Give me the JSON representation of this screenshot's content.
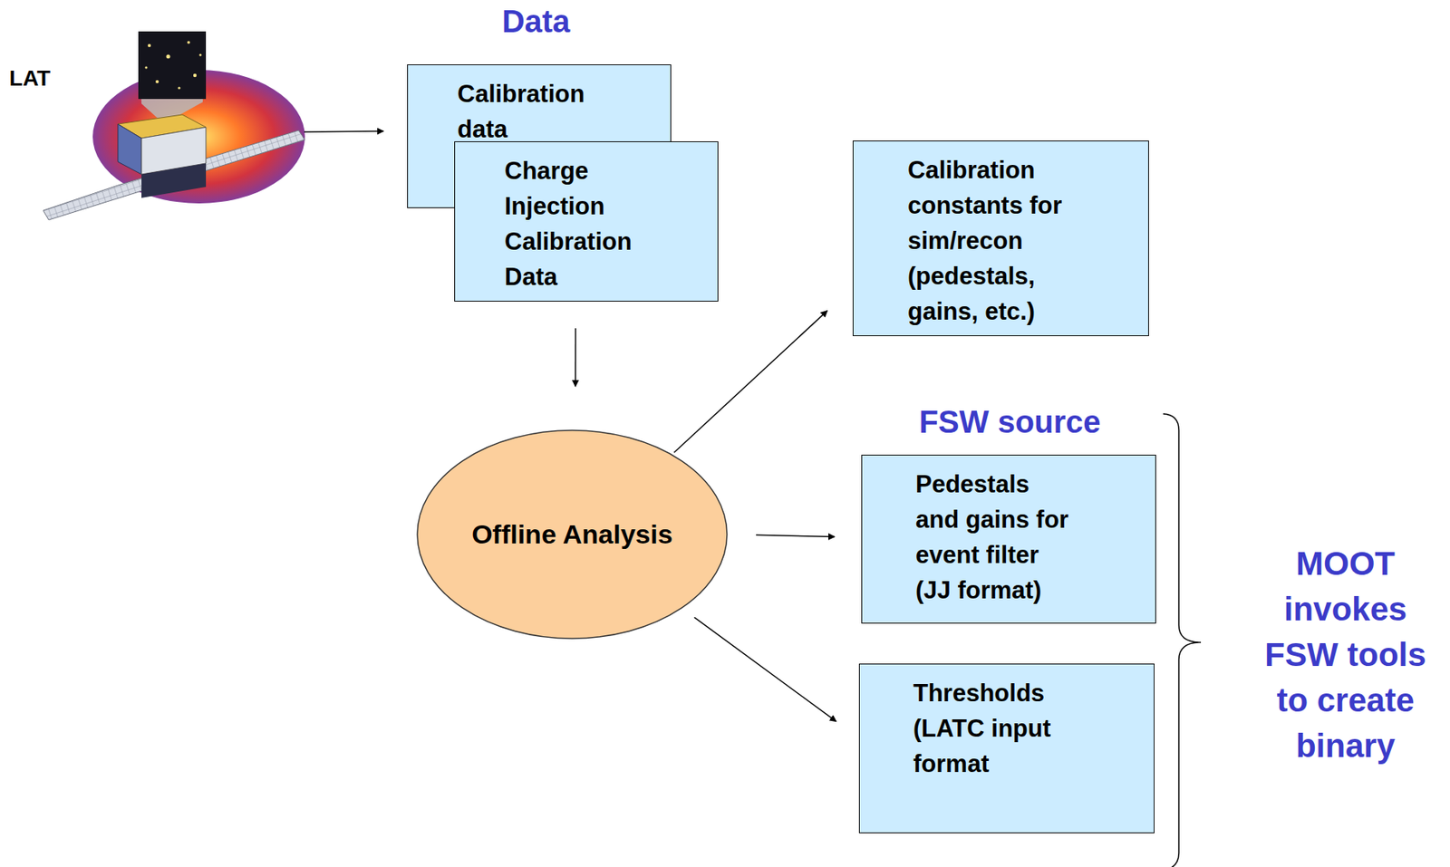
{
  "diagram": {
    "nodes": [
      {
        "text": [
          "Calibration data"
        ]
      },
      {
        "text": [
          "Charge Injection Calibration Data"
        ]
      },
      {
        "text": [
          "Offline Analysis"
        ]
      },
      {
        "text": [
          "Calibration constants for sim/recon (pedestals, gains, etc.)"
        ]
      },
      {
        "text": [
          "Pedestals and gains for event filter (JJ format)"
        ]
      },
      {
        "text": [
          "Thresholds (LATC input format"
        ]
      }
    ],
    "edges": [
      {
        "from": 1,
        "to": 2,
        "arrow": "to"
      },
      {
        "from": 2,
        "to": 3,
        "arrow": "to"
      },
      {
        "from": 2,
        "to": 4,
        "arrow": "to"
      },
      {
        "from": 2,
        "to": 5,
        "arrow": "to"
      }
    ],
    "labels": [
      "LAT",
      "Data",
      "FSW source",
      "MOOT invokes FSW tools to create binary"
    ]
  }
}
